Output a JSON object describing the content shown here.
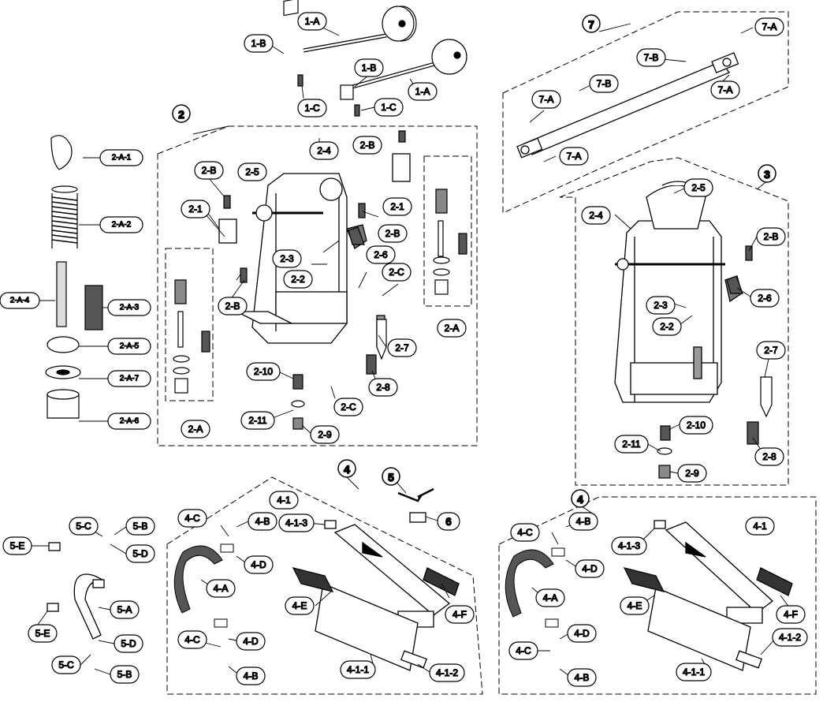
{
  "labels": {
    "l_1A_top": "1-A",
    "l_1B_top": "1-B",
    "l_1C_top": "1-C",
    "l_1B_mid": "1-B",
    "l_1A_mid": "1-A",
    "l_1C_mid": "1-C",
    "l_2A1": "2-A-1",
    "l_2A2": "2-A-2",
    "l_2A3": "2-A-3",
    "l_2A4": "2-A-4",
    "l_2A5": "2-A-5",
    "l_2A7": "2-A-7",
    "l_2A6": "2-A-6",
    "l_2_4": "2-4",
    "l_2_5": "2-5",
    "l_2B_a": "2-B",
    "l_2B_b": "2-B",
    "l_2_1a": "2-1",
    "l_2_1b": "2-1",
    "l_2B_c": "2-B",
    "l_2_6": "2-6",
    "l_2_3": "2-3",
    "l_2_2": "2-2",
    "l_2C_a": "2-C",
    "l_2B_d": "2-B",
    "l_2A_r": "2-A",
    "l_2_7": "2-7",
    "l_2_8": "2-8",
    "l_2_10": "2-10",
    "l_2C_b": "2-C",
    "l_2_11": "2-11",
    "l_2_9": "2-9",
    "l_2A_l": "2-A",
    "l_7A_a": "7-A",
    "l_7B_a": "7-B",
    "l_7B_b": "7-B",
    "l_7A_b": "7-A",
    "l_7A_c": "7-A",
    "l_7A_d": "7-A",
    "l_3_25": "2-5",
    "l_3_24": "2-4",
    "l_3_2B": "2-B",
    "l_3_23": "2-3",
    "l_3_26": "2-6",
    "l_3_22": "2-2",
    "l_3_27": "2-7",
    "l_3_210": "2-10",
    "l_3_211": "2-11",
    "l_3_28": "2-8",
    "l_3_29": "2-9",
    "l_4_1": "4-1",
    "l_4C_a": "4-C",
    "l_4B_a": "4-B",
    "l_4_13": "4-1-3",
    "l_4D_a": "4-D",
    "l_4A": "4-A",
    "l_4E": "4-E",
    "l_4F": "4-F",
    "l_4C_b": "4-C",
    "l_4D_b": "4-D",
    "l_4B_b": "4-B",
    "l_4_11": "4-1-1",
    "l_4_12": "4-1-2",
    "l_6": "6",
    "r_4_1": "4-1",
    "r_4C_a": "4-C",
    "r_4B_a": "4-B",
    "r_4_13": "4-1-3",
    "r_4D_a": "4-D",
    "r_4A": "4-A",
    "r_4E": "4-E",
    "r_4F": "4-F",
    "r_4C_b": "4-C",
    "r_4D_b": "4-D",
    "r_4B_b": "4-B",
    "r_4_11": "4-1-1",
    "r_4_12": "4-1-2",
    "l_5C_a": "5-C",
    "l_5B_a": "5-B",
    "l_5E_a": "5-E",
    "l_5D_a": "5-D",
    "l_5A": "5-A",
    "l_5E_b": "5-E",
    "l_5D_b": "5-D",
    "l_5C_b": "5-C",
    "l_5B_b": "5-B"
  },
  "numbers": {
    "n2": "2",
    "n7": "7",
    "n3": "3",
    "n4a": "4",
    "n5": "5",
    "n4b": "4"
  }
}
